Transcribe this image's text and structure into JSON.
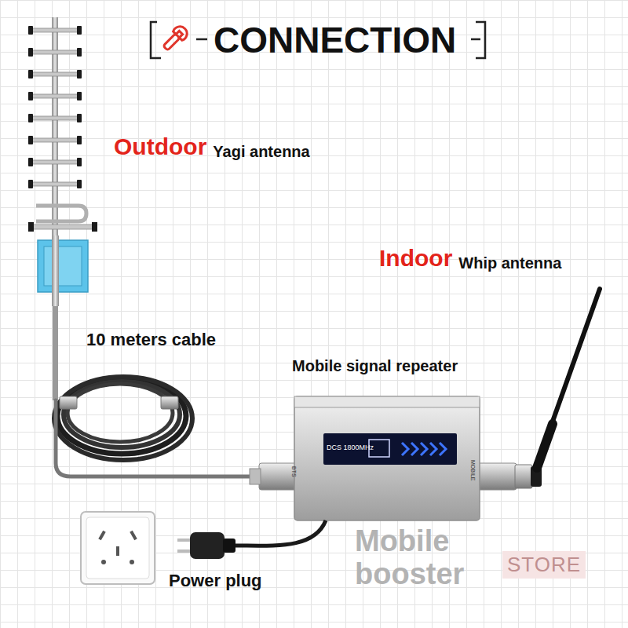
{
  "diagram": {
    "title": "CONNECTION",
    "nodes": [
      {
        "text": [
          "Mobile signal repeater",
          "DCS 1800MHz"
        ]
      }
    ],
    "labels": [
      "Outdoor",
      "Yagi antenna",
      "Indoor",
      "Whip antenna",
      "10 meters cable",
      "Power plug",
      "BTS",
      "MOBILE",
      "Mobile booster",
      "STORE"
    ]
  }
}
